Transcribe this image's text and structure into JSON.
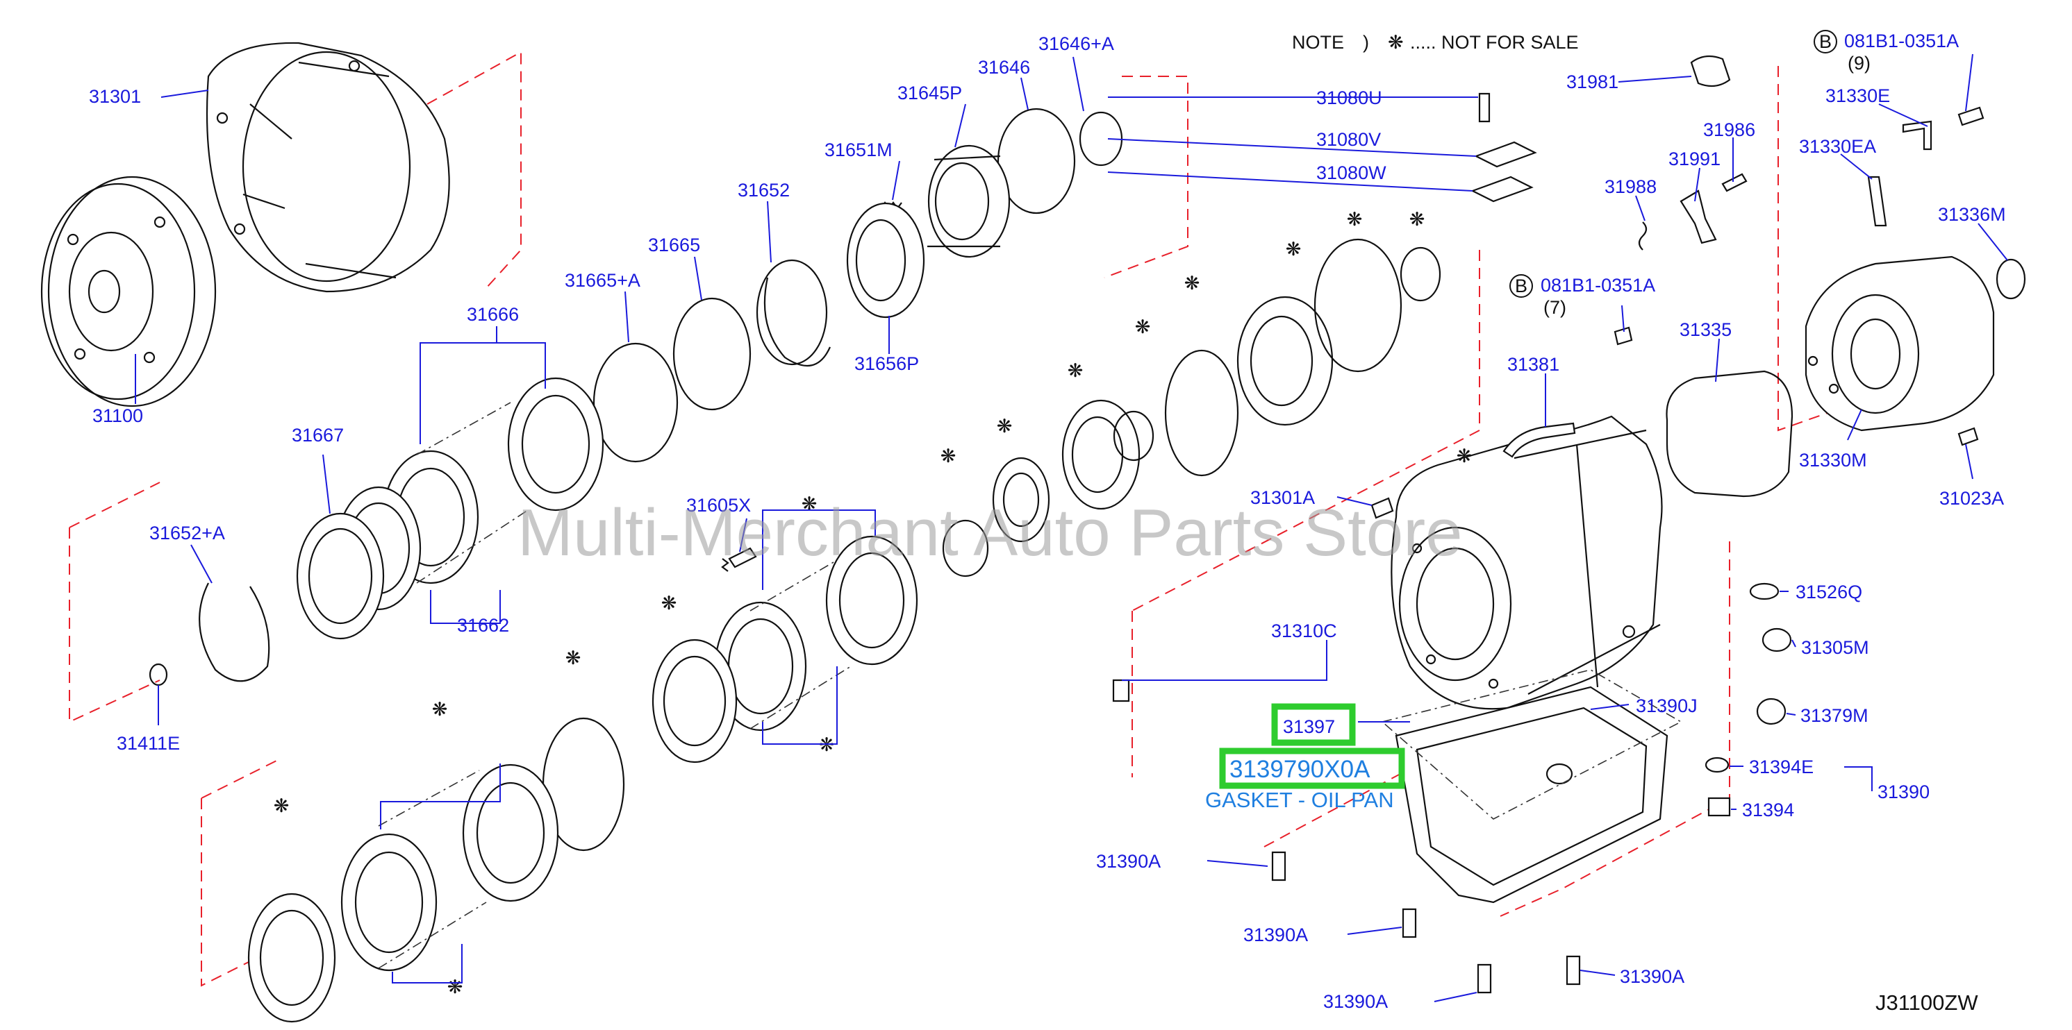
{
  "note": {
    "prefix": "NOTE",
    "bracket": ")",
    "symbol": "❋",
    "text": "..... NOT FOR SALE"
  },
  "watermark": "Multi-Merchant Auto Parts Store",
  "diagram_code": "J31100ZW",
  "highlight": {
    "part_number": "31397",
    "replacement_number": "3139790X0A",
    "description": "GASKET - OIL PAN",
    "accent_color": "#2ecc2e"
  },
  "colors": {
    "label": "#1a1adc",
    "dashed_guide": "#e8202a",
    "highlight_text": "#1f7fe0"
  },
  "bolt_refs": {
    "upper": {
      "badge": "B",
      "number": "081B1-0351A",
      "qty": "(9)"
    },
    "middle": {
      "badge": "B",
      "number": "081B1-0351A",
      "qty": "(7)"
    }
  },
  "labels": {
    "l31301": "31301",
    "l31100": "31100",
    "l31646a": "31646+A",
    "l31646": "31646",
    "l31645p": "31645P",
    "l31651m": "31651M",
    "l31652": "31652",
    "l31665": "31665",
    "l31665a": "31665+A",
    "l31666": "31666",
    "l31656p": "31656P",
    "l31667": "31667",
    "l31652a": "31652+A",
    "l31605x": "31605X",
    "l31662": "31662",
    "l31411e": "31411E",
    "l31080u": "31080U",
    "l31080v": "31080V",
    "l31080w": "31080W",
    "l31981": "31981",
    "l31986": "31986",
    "l31991": "31991",
    "l31988": "31988",
    "l31330e": "31330E",
    "l31330ea": "31330EA",
    "l31336m": "31336M",
    "l31335": "31335",
    "l31381": "31381",
    "l31330m": "31330M",
    "l31023a": "31023A",
    "l31301a": "31301A",
    "l31526q": "31526Q",
    "l31305m": "31305M",
    "l31310c": "31310C",
    "l31390j": "31390J",
    "l31379m": "31379M",
    "l31394e": "31394E",
    "l31390": "31390",
    "l31394": "31394",
    "l31390a_1": "31390A",
    "l31390a_2": "31390A",
    "l31390a_3": "31390A",
    "l31390a_4": "31390A"
  }
}
